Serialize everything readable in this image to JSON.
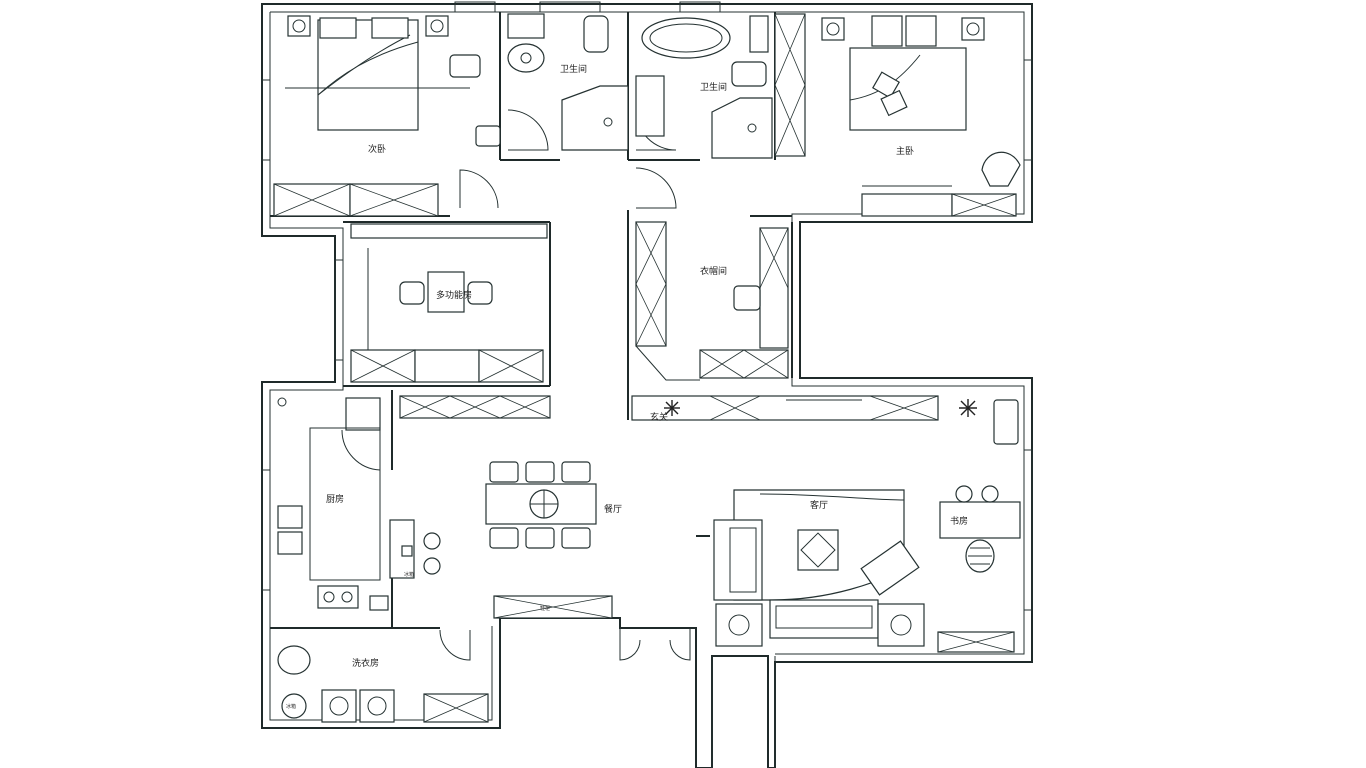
{
  "plan": {
    "labels": {
      "master_bedroom": "主卧",
      "second_bedroom": "次卧",
      "bathroom_a": "卫生间",
      "bathroom_b": "卫生间",
      "multipurpose": "多功能房",
      "cloakroom": "衣帽间",
      "kitchen": "厨房",
      "dining": "餐厅",
      "living": "客厅",
      "study": "书房",
      "laundry": "洗衣房",
      "entry": "玄关",
      "small": "冰箱",
      "cab_small": "鞋柜"
    },
    "colors": {
      "line": "#1f2a2a",
      "background": "#ffffff"
    }
  }
}
